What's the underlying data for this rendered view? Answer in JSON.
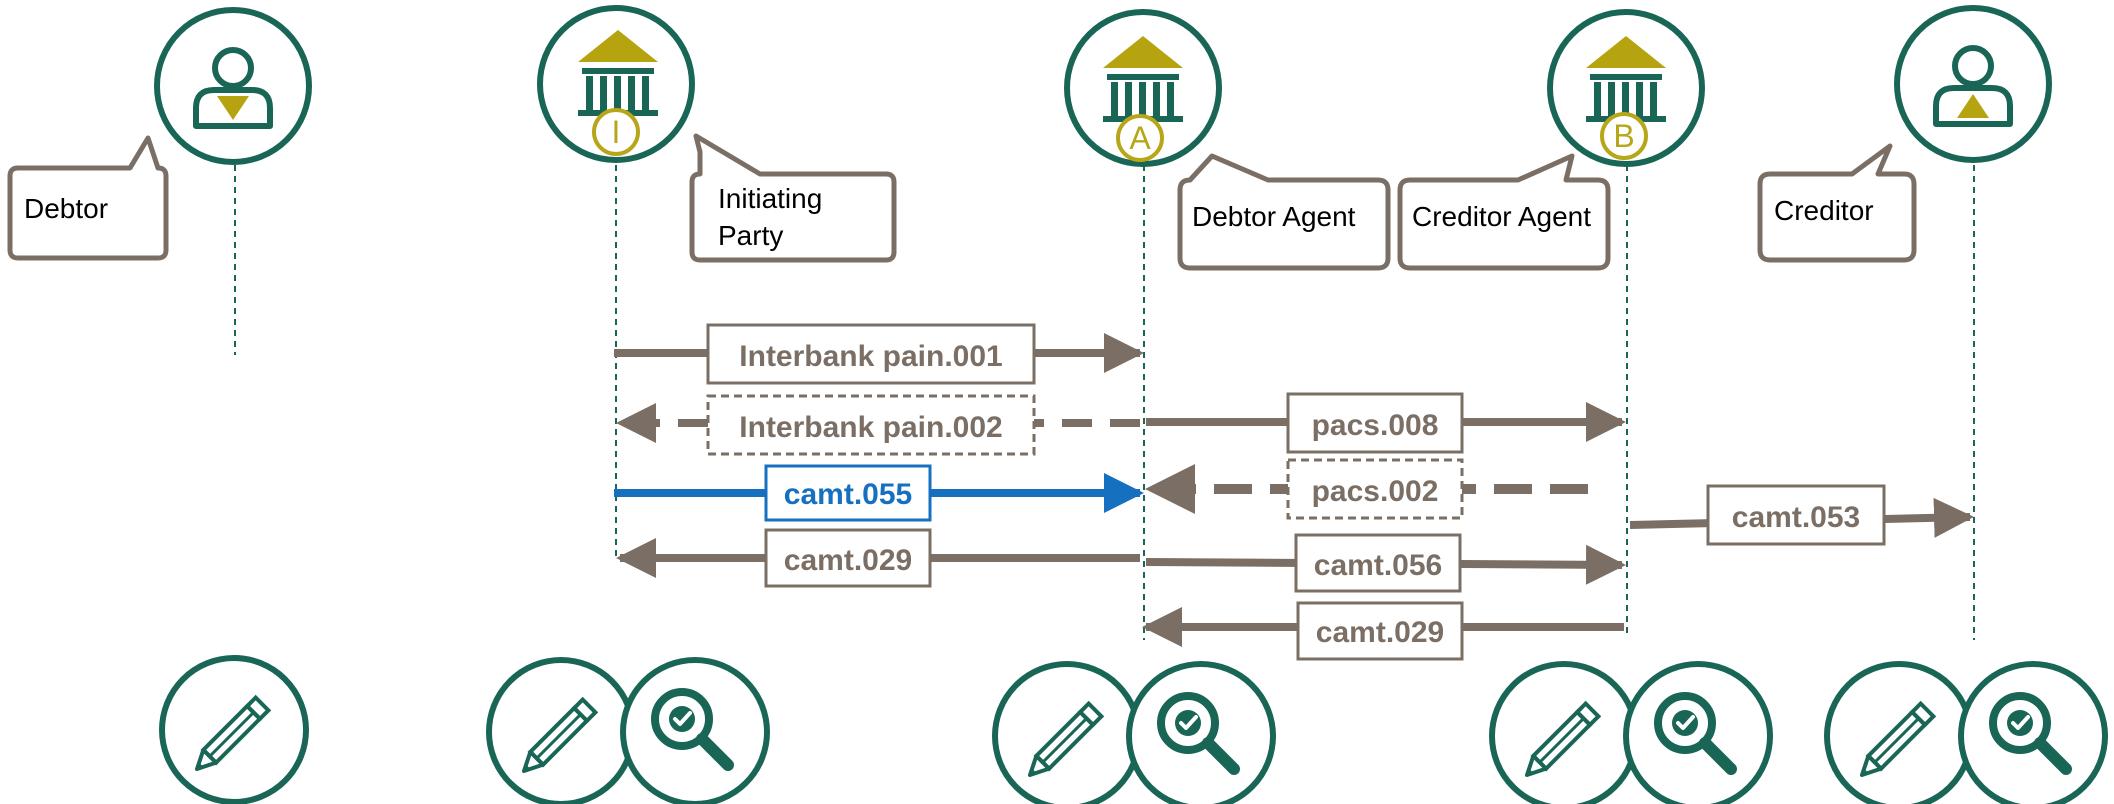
{
  "colors": {
    "teal": "#1a6656",
    "gold": "#b5a40f",
    "arrow": "#7b6f65",
    "blue": "#1570c0",
    "bubble": "#7b6f65"
  },
  "actors": [
    {
      "id": "debtor",
      "label": "Debtor",
      "icon": "person-down-icon",
      "badge": ""
    },
    {
      "id": "initiating-party",
      "label_lines": [
        "Initiating",
        "Party"
      ],
      "icon": "bank-icon",
      "badge": "I"
    },
    {
      "id": "debtor-agent",
      "label": "Debtor Agent",
      "icon": "bank-icon",
      "badge": "A"
    },
    {
      "id": "creditor-agent",
      "label": "Creditor Agent",
      "icon": "bank-icon",
      "badge": "B"
    },
    {
      "id": "creditor",
      "label": "Creditor",
      "icon": "person-up-icon",
      "badge": ""
    }
  ],
  "messages": [
    {
      "id": "interbank-pain001",
      "label": "Interbank pain.001",
      "from": "initiating-party",
      "to": "debtor-agent",
      "style": "solid"
    },
    {
      "id": "interbank-pain002",
      "label": "Interbank pain.002",
      "from": "debtor-agent",
      "to": "initiating-party",
      "style": "dashed"
    },
    {
      "id": "pacs008",
      "label": "pacs.008",
      "from": "debtor-agent",
      "to": "creditor-agent",
      "style": "solid"
    },
    {
      "id": "camt055",
      "label": "camt.055",
      "from": "initiating-party",
      "to": "debtor-agent",
      "style": "highlight"
    },
    {
      "id": "pacs002",
      "label": "pacs.002",
      "from": "creditor-agent",
      "to": "debtor-agent",
      "style": "dashed"
    },
    {
      "id": "camt053",
      "label": "camt.053",
      "from": "creditor-agent",
      "to": "creditor",
      "style": "solid"
    },
    {
      "id": "camt029-ip",
      "label": "camt.029",
      "from": "debtor-agent",
      "to": "initiating-party",
      "style": "solid"
    },
    {
      "id": "camt056",
      "label": "camt.056",
      "from": "debtor-agent",
      "to": "creditor-agent",
      "style": "solid"
    },
    {
      "id": "camt029-da",
      "label": "camt.029",
      "from": "creditor-agent",
      "to": "debtor-agent",
      "style": "solid"
    }
  ],
  "bottom_icons": [
    {
      "actor": "debtor",
      "icons": [
        "pencil-icon"
      ]
    },
    {
      "actor": "initiating-party",
      "icons": [
        "pencil-icon",
        "magnifier-check-icon"
      ]
    },
    {
      "actor": "debtor-agent",
      "icons": [
        "pencil-icon",
        "magnifier-check-icon"
      ]
    },
    {
      "actor": "creditor-agent",
      "icons": [
        "pencil-icon",
        "magnifier-check-icon"
      ]
    },
    {
      "actor": "creditor",
      "icons": [
        "pencil-icon",
        "magnifier-check-icon"
      ]
    }
  ]
}
